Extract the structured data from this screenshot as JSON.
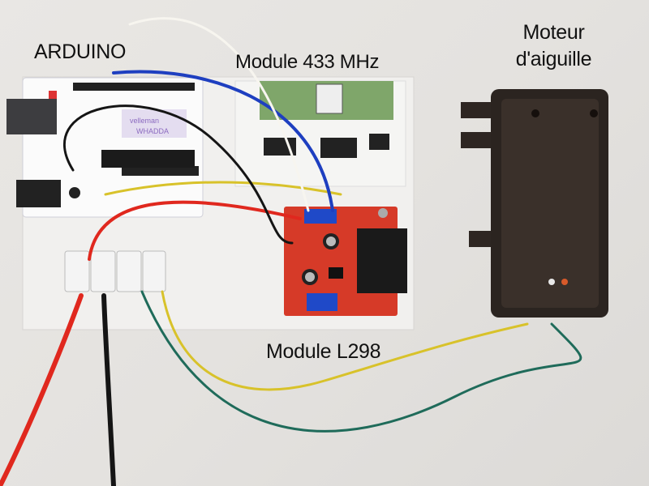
{
  "labels": {
    "arduino": "ARDUINO",
    "module_433": "Module 433 MHz",
    "moteur_line1": "Moteur",
    "moteur_line2": "d'aiguille",
    "module_l298": "Module L298"
  },
  "board_print": {
    "brand": "velleman",
    "model": "WHADDA"
  },
  "colors": {
    "background": "#e6e4e1",
    "l298_board": "#d63a28",
    "rf_board": "#7fa66a",
    "motor_body": "#2b2420",
    "wire_red": "#e0281e",
    "wire_yellow": "#d8c22a",
    "wire_green": "#1f6b5a",
    "wire_blue": "#1e3fc0"
  }
}
